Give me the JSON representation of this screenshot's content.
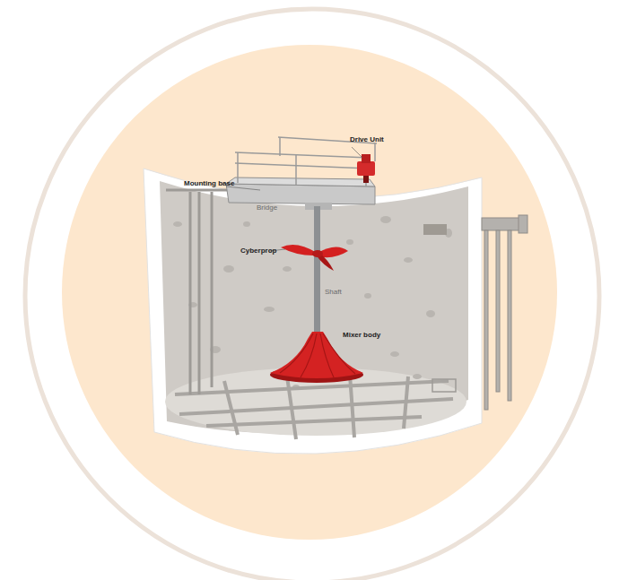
{
  "diagram": {
    "labels": [
      "Drive Unit",
      "Mounting base",
      "Bridge",
      "Cyberprop",
      "Shaft",
      "Mixer body"
    ]
  }
}
